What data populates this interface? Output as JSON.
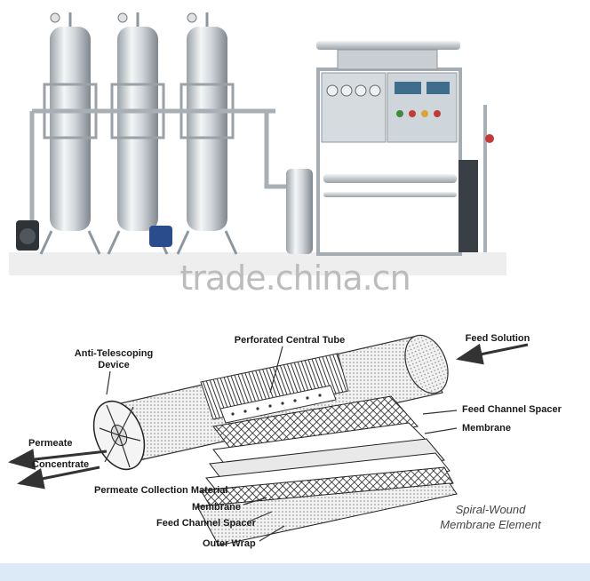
{
  "watermark": "trade.china.cn",
  "diagram": {
    "labels": {
      "anti_telescoping_1": "Anti-Telescoping",
      "anti_telescoping_2": "Device",
      "perforated_tube": "Perforated Central Tube",
      "feed_solution": "Feed Solution",
      "feed_channel_spacer_top": "Feed Channel Spacer",
      "membrane_top": "Membrane",
      "permeate": "Permeate",
      "concentrate": "Concentrate",
      "permeate_collection": "Permeate Collection Material",
      "membrane_bottom": "Membrane",
      "feed_channel_spacer_bottom": "Feed Channel Spacer",
      "outer_wrap": "Outer Wrap"
    },
    "caption_line1": "Spiral-Wound",
    "caption_line2": "Membrane Element"
  },
  "colors": {
    "steel_light": "#e8ecef",
    "steel_dark": "#8f979e",
    "panel_blue": "#6fa8c9",
    "watermark": "#bcbcbc"
  }
}
